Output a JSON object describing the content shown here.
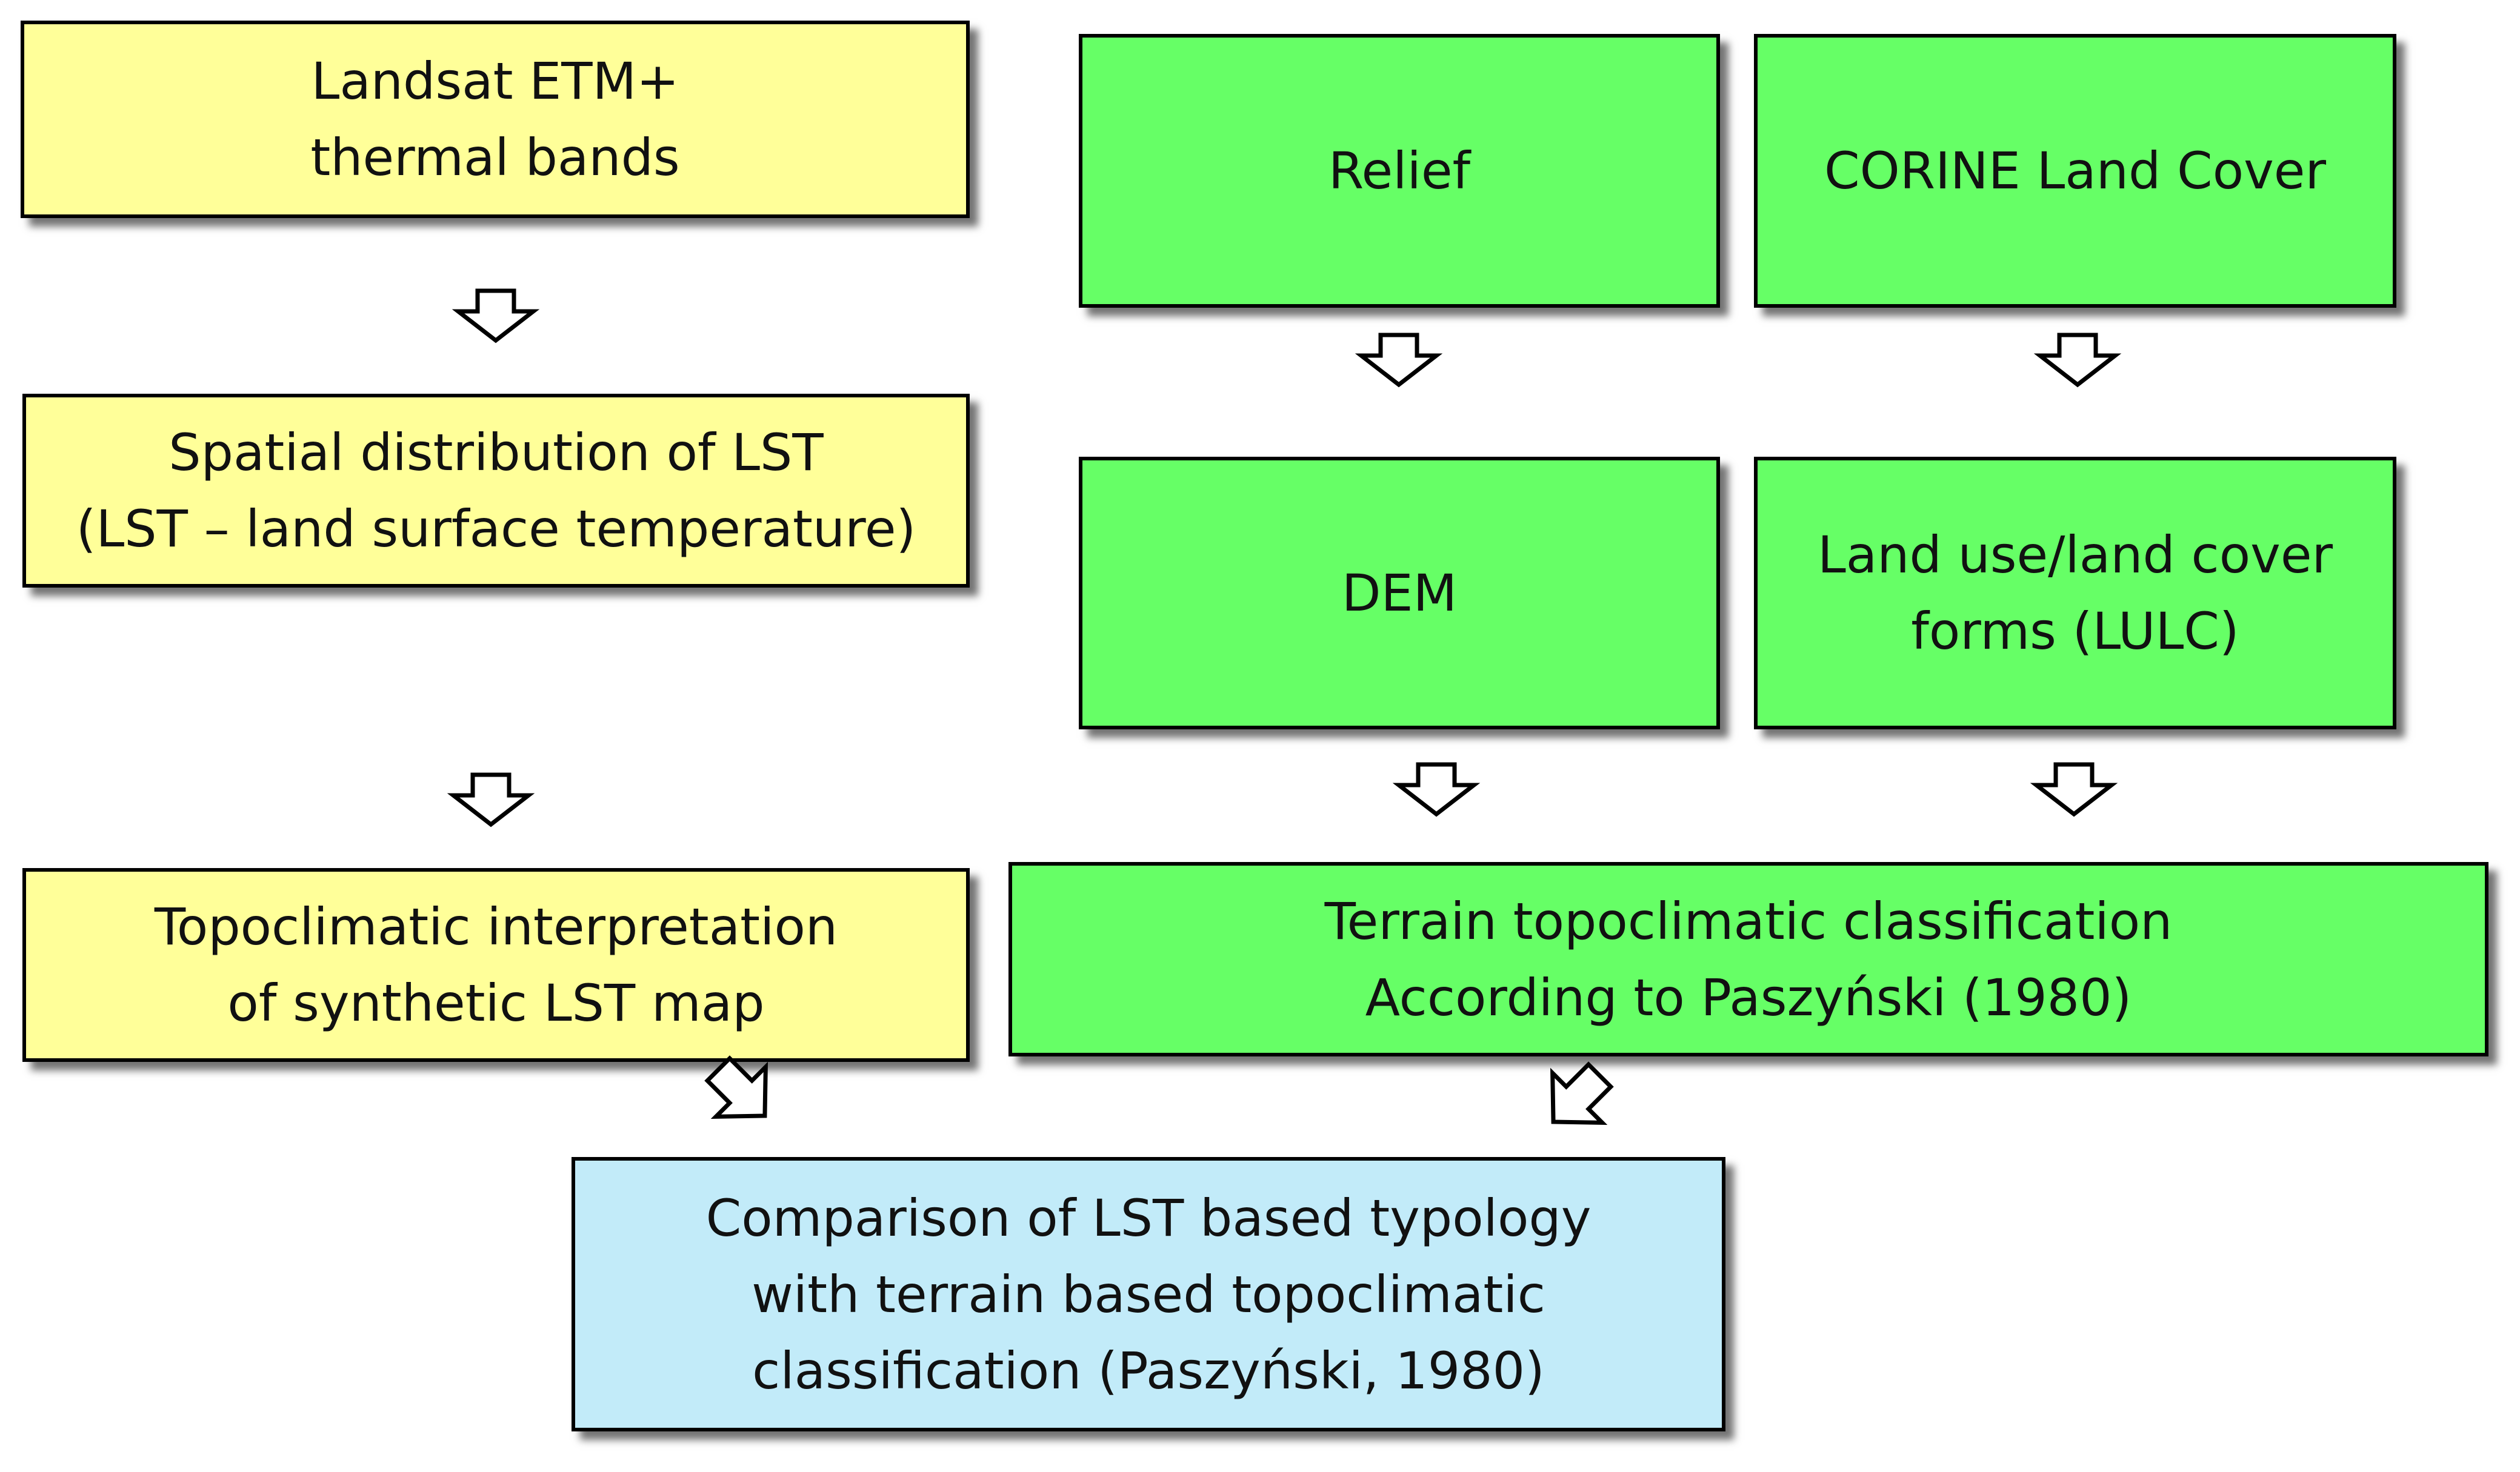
{
  "colors": {
    "input_box": "#ffff99",
    "process_box": "#66ff66",
    "result_box": "#c2ebf9",
    "border": "#000000",
    "arrow_fill": "#ffffff"
  },
  "nodes": {
    "landsat": {
      "line1": "Landsat ETM+",
      "line2": "thermal bands"
    },
    "relief": {
      "line1": "Relief"
    },
    "corine": {
      "line1": "CORINE Land Cover"
    },
    "lst_distribution": {
      "line1": "Spatial distribution of LST",
      "line2": "(LST – land surface temperature)"
    },
    "dem": {
      "line1": "DEM"
    },
    "lulc": {
      "line1": "Land use/land cover",
      "line2": "forms (LULC)"
    },
    "topo_interpretation": {
      "line1": "Topoclimatic interpretation",
      "line2": "of synthetic LST map"
    },
    "terrain_classification": {
      "line1": "Terrain topoclimatic classification",
      "line2": "According to Paszyński (1980)"
    },
    "comparison": {
      "line1": "Comparison of LST based typology",
      "line2": "with terrain based topoclimatic",
      "line3": "classification (Paszyński, 1980)"
    }
  },
  "edges": [
    {
      "from": "landsat",
      "to": "lst_distribution"
    },
    {
      "from": "lst_distribution",
      "to": "topo_interpretation"
    },
    {
      "from": "relief",
      "to": "dem"
    },
    {
      "from": "corine",
      "to": "lulc"
    },
    {
      "from": "dem",
      "to": "terrain_classification"
    },
    {
      "from": "lulc",
      "to": "terrain_classification"
    },
    {
      "from": "topo_interpretation",
      "to": "comparison"
    },
    {
      "from": "terrain_classification",
      "to": "comparison"
    }
  ]
}
